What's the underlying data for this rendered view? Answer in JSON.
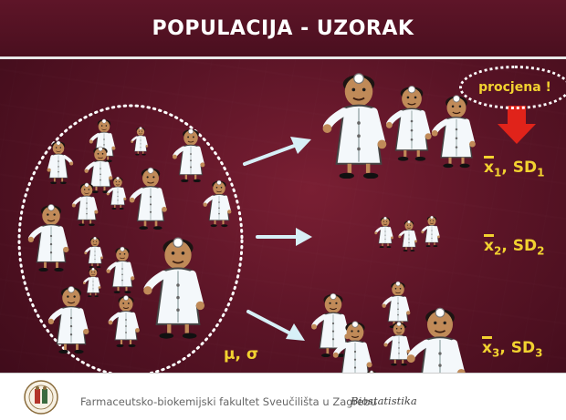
{
  "title": "POPULACIJA - UZORAK",
  "population_params": "μ, σ",
  "estimate_label": "procjena !",
  "samples": [
    {
      "mean": "x",
      "index": "1",
      "sep": ", SD",
      "sd_index": "1"
    },
    {
      "mean": "x",
      "index": "2",
      "sep": ", SD",
      "sd_index": "2"
    },
    {
      "mean": "x",
      "index": "3",
      "sep": ", SD",
      "sd_index": "3"
    }
  ],
  "footer": {
    "faculty": "Farmaceutsko-biokemijski fakultet Sveučilišta u Zagrebu",
    "course": "Biostatistika"
  },
  "colors": {
    "background": "#5a1426",
    "accent": "#f2d230",
    "arrow": "#d7f0f7",
    "down_arrow": "#e0231a"
  },
  "icons": [
    "doctor-figure",
    "university-seal-icon",
    "down-arrow-icon",
    "right-arrow-icon"
  ]
}
